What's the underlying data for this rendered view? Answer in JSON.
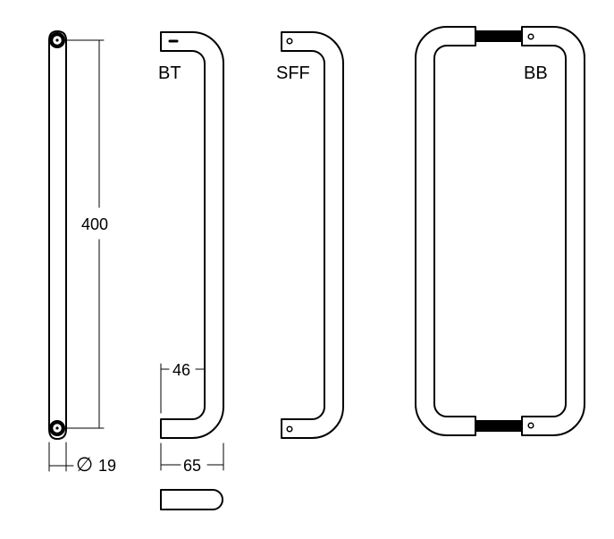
{
  "labels": {
    "bt": "BT",
    "sff": "SFF",
    "bb": "BB"
  },
  "dimensions": {
    "length": "400",
    "diameter_symbol": "∅",
    "diameter": "19",
    "depth": "65",
    "inner_offset": "46"
  },
  "colors": {
    "stroke": "#000000",
    "background": "#ffffff"
  }
}
